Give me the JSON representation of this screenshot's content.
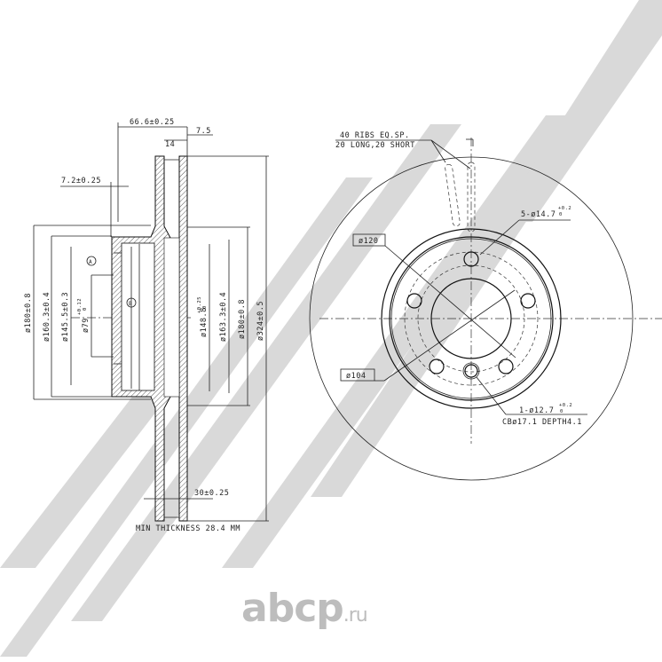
{
  "side_view": {
    "dims": {
      "overall_offset": "66.6±0.25",
      "rib_offset": "7.5",
      "gap": "14",
      "flange": "7.2±0.25",
      "d180_left": "ø180±0.8",
      "d160": "ø160.3±0.4",
      "d145": "ø145.5±0.3",
      "d79": "ø79",
      "d79_tol": "+0.12",
      "d79_tol_low": "0",
      "d148": "ø148.8",
      "d148_tol": "+0.25",
      "d148_tol_low": "0",
      "d163": "ø163.3±0.4",
      "d180_right": "ø180±0.8",
      "d324": "ø324±0.5",
      "thickness": "30±0.25"
    },
    "datum_a": "A",
    "datum_b": "B",
    "min_thickness": "MIN THICKNESS 28.4 MM"
  },
  "front_view": {
    "ribs_line1": "40 RIBS EQ.SP.",
    "ribs_line2": "20 LONG,20 SHORT",
    "bolt_holes": "5-ø14.7",
    "bolt_tol": "+0.2",
    "bolt_tol_low": "0",
    "d120": "ø120",
    "d104": "ø104",
    "pin_hole": "1-ø12.7",
    "pin_tol": "+0.2",
    "pin_tol_low": "0",
    "counterbore": "CBø17.1 DEPTH4.1"
  },
  "watermark_logo": {
    "text": "abcp",
    "suffix": ".ru",
    "color": "#bdbdbd"
  },
  "stripe_color": "#d9d9d9"
}
